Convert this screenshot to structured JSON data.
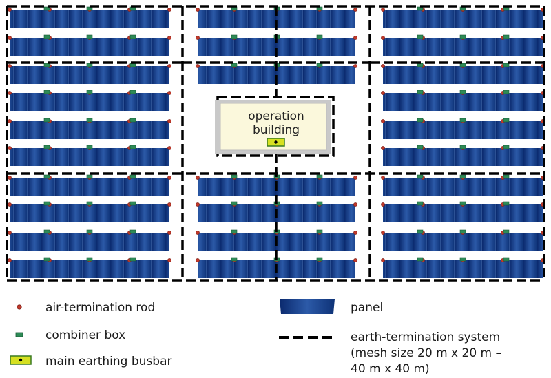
{
  "building": {
    "label_line1": "operation",
    "label_line2": "building"
  },
  "legend": {
    "air_termination_rod": "air-termination rod",
    "combiner_box": "combiner box",
    "main_earthing_busbar": "main earthing busbar",
    "panel": "panel",
    "earth_termination_line1": "earth-termination system",
    "earth_termination_line2": "(mesh size 20 m x 20 m –",
    "earth_termination_line3": "40 m x 40 m)"
  },
  "colors": {
    "panel_dark": "#0b2a6e",
    "panel_light": "#2f5fae",
    "rod": "#c0392b",
    "combiner_box": "#2e8b57",
    "busbar_fill": "#d6e021",
    "building_fill": "#fbf8dc",
    "earth_line": "#000000"
  }
}
